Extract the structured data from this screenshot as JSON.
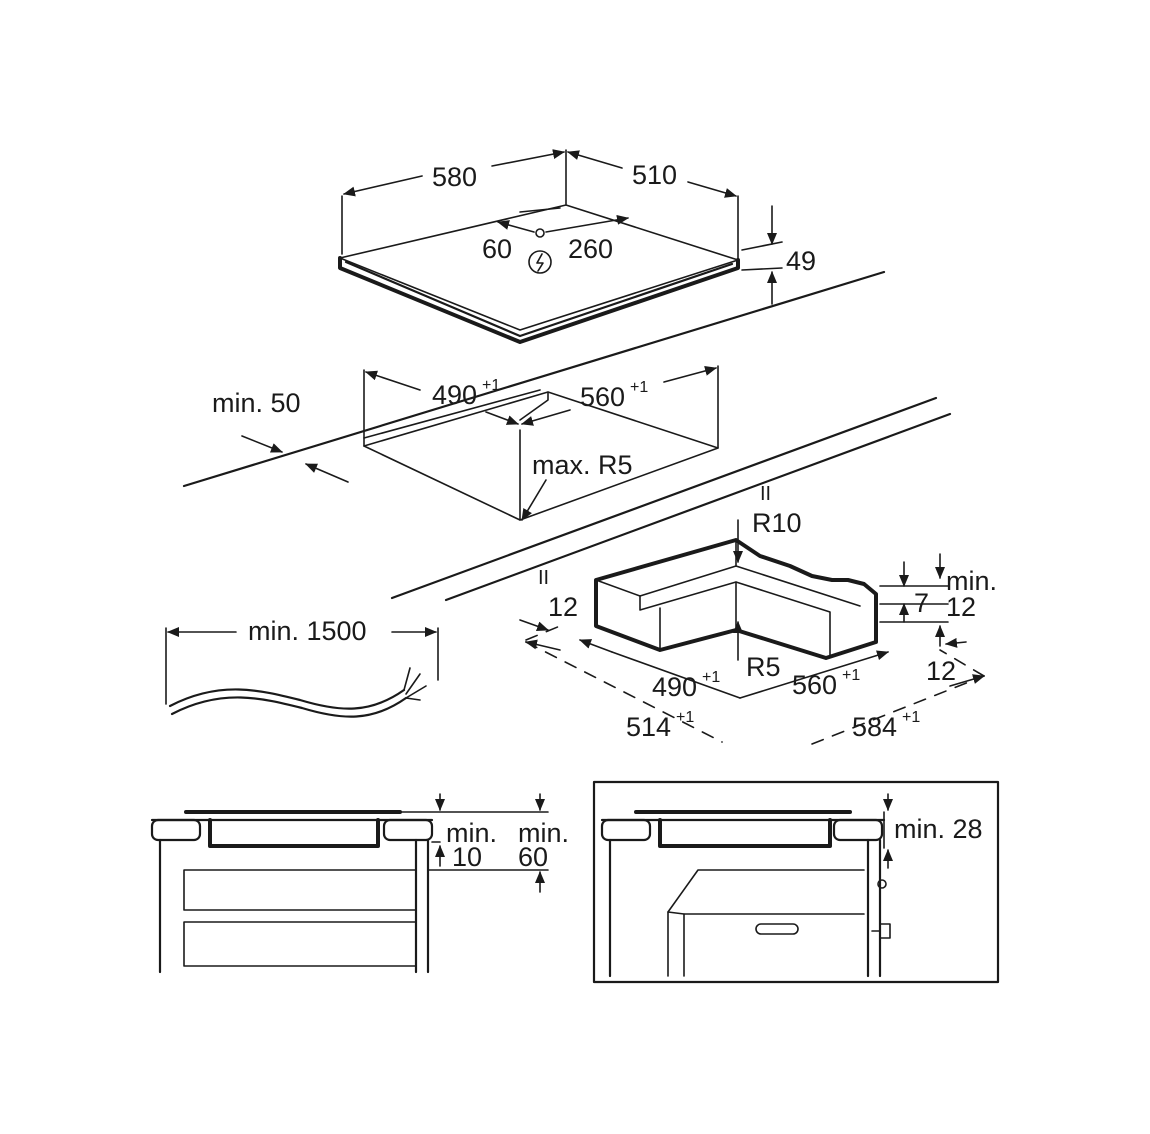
{
  "hob": {
    "width": "580",
    "depth": "510",
    "height": "49",
    "conn_left": "60",
    "conn_right": "260"
  },
  "cutout": {
    "min_edge": "min. 50",
    "width": "490",
    "width_tol": "+1",
    "depth": "560",
    "depth_tol": "+1",
    "corner_radius": "max. R5"
  },
  "frame": {
    "r10": "R10",
    "r5": "R5",
    "offset_left": "12",
    "step": "7",
    "min_label": "min.",
    "min_value": "12",
    "offset_right": "12",
    "inner_width": "490",
    "inner_width_tol": "+1",
    "inner_depth": "560",
    "inner_depth_tol": "+1",
    "outer_width": "514",
    "outer_width_tol": "+1",
    "outer_depth": "584",
    "outer_depth_tol": "+1",
    "parallel_mark": "II"
  },
  "cable": {
    "length": "min. 1500"
  },
  "install_drawer": {
    "gap_label": "min.",
    "gap_value": "10",
    "depth_label": "min.",
    "depth_value": "60"
  },
  "install_oven": {
    "gap": "min. 28"
  }
}
